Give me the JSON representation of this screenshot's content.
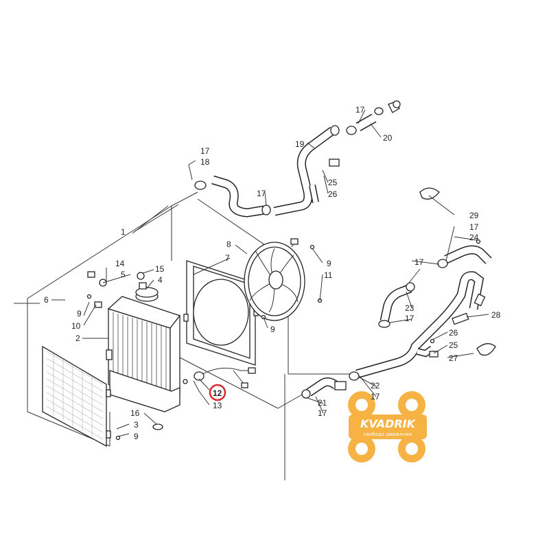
{
  "diagram": {
    "callouts": {
      "c1": "1",
      "c2": "2",
      "c3": "3",
      "c4": "4",
      "c5": "5",
      "c6": "6",
      "c7": "7",
      "c8": "8",
      "c9a": "9",
      "c9b": "9",
      "c9c": "9",
      "c9d": "9",
      "c10": "10",
      "c11": "11",
      "c12": "12",
      "c13": "13",
      "c14": "14",
      "c15": "15",
      "c16": "16",
      "c17a": "17",
      "c17b": "17",
      "c17c": "17",
      "c17d": "17",
      "c17e": "17",
      "c17f": "17",
      "c17g": "17",
      "c17h": "17",
      "c18": "18",
      "c19": "19",
      "c20": "20",
      "c21": "21",
      "c22": "22",
      "c23": "23",
      "c24": "24",
      "c25a": "25",
      "c25b": "25",
      "c26a": "26",
      "c26b": "26",
      "c27": "27",
      "c28": "28",
      "c29": "29"
    },
    "highlighted_callout": "12",
    "highlight_color": "#d9262b",
    "watermark": {
      "brand": "KVADRIK",
      "tagline": "свобода движения",
      "color": "#f5a623"
    }
  }
}
